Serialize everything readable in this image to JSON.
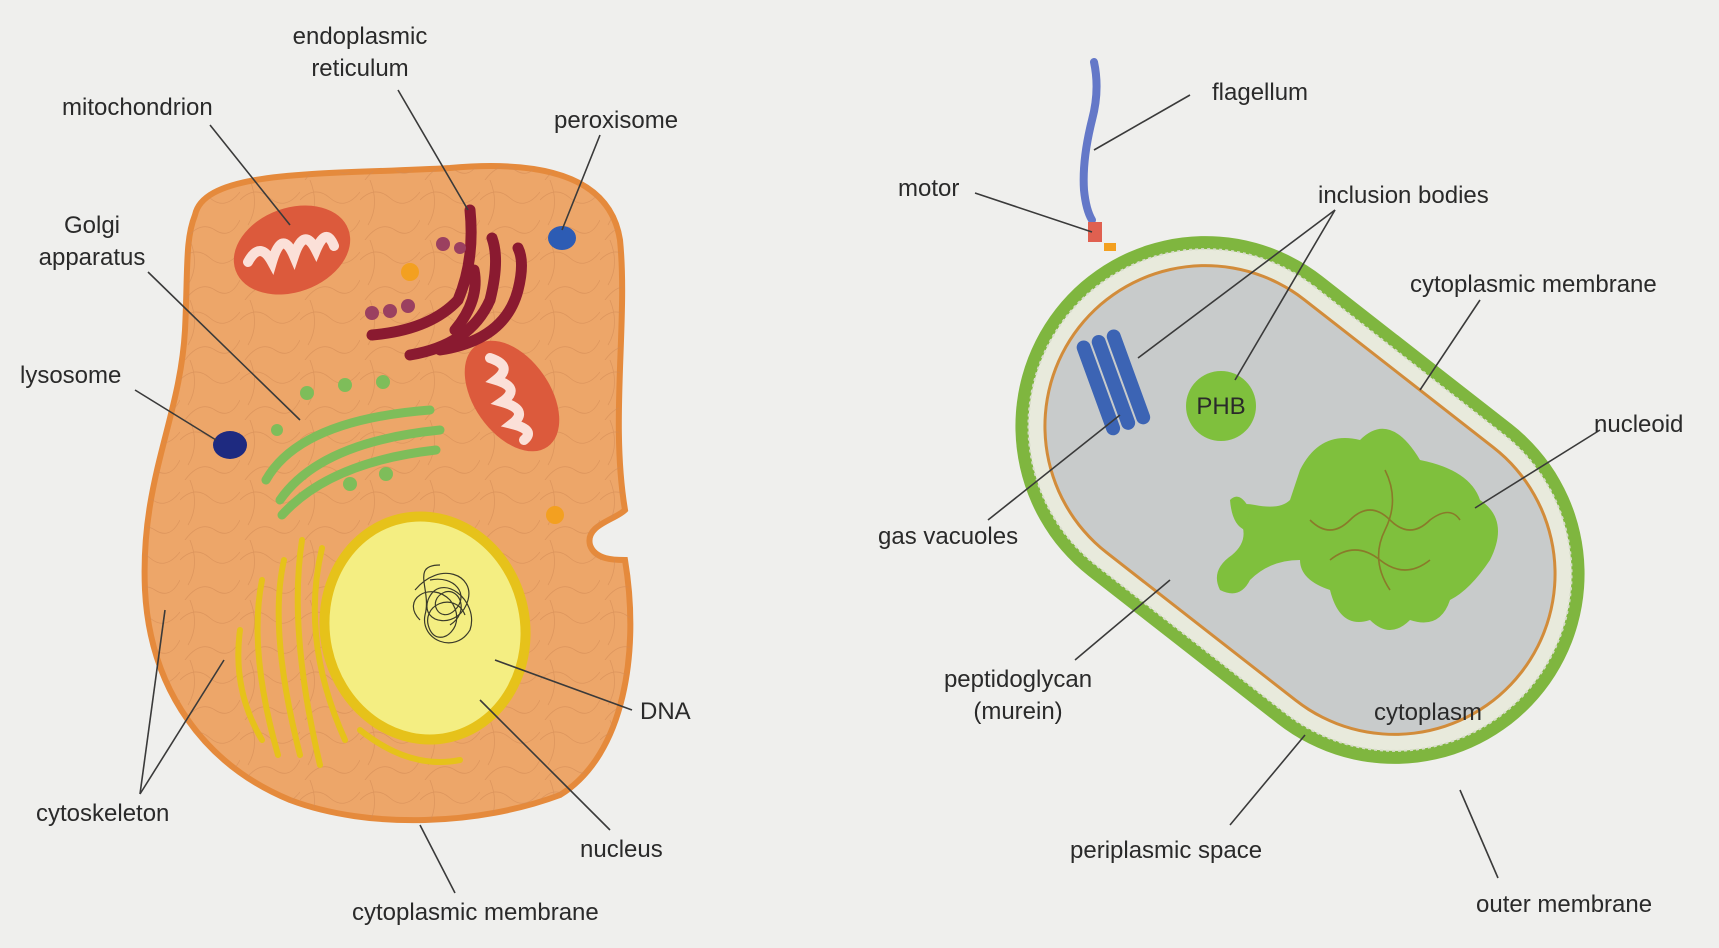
{
  "eukaryote": {
    "labels": {
      "er": [
        "endoplasmic",
        "reticulum"
      ],
      "mitochondrion": "mitochondrion",
      "peroxisome": "peroxisome",
      "golgi": [
        "Golgi",
        "apparatus"
      ],
      "lysosome": "lysosome",
      "dna": "DNA",
      "cytoskeleton": "cytoskeleton",
      "nucleus": "nucleus",
      "membrane": "cytoplasmic membrane"
    }
  },
  "prokaryote": {
    "labels": {
      "flagellum": "flagellum",
      "motor": "motor",
      "inclusion_bodies": "inclusion bodies",
      "cytoplasmic_membrane": "cytoplasmic membrane",
      "phb": "PHB",
      "nucleoid": "nucleoid",
      "gas_vacuoles": "gas vacuoles",
      "peptidoglycan": [
        "peptidoglycan",
        "(murein)"
      ],
      "cytoplasm": "cytoplasm",
      "periplasmic_space": "periplasmic space",
      "outer_membrane": "outer membrane"
    }
  },
  "colors": {
    "cell_fill": "#eda669",
    "cell_edge": "#e58a3c",
    "mito_fill": "#dc5a3c",
    "er": "#8a1a30",
    "golgi": "#7ebd5a",
    "nucleus": "#f4ee82",
    "nucleus_edge": "#e6c21a",
    "lysosome": "#1e2a80",
    "peroxisome": "#2d5cb4",
    "bacterium_wall": "#7fb63f",
    "bacterium_cytoplasm": "#c8cbcb",
    "nucleoid": "#7fc03d",
    "gas_vacuole": "#3c64b4",
    "flagellum": "#6478c8"
  }
}
